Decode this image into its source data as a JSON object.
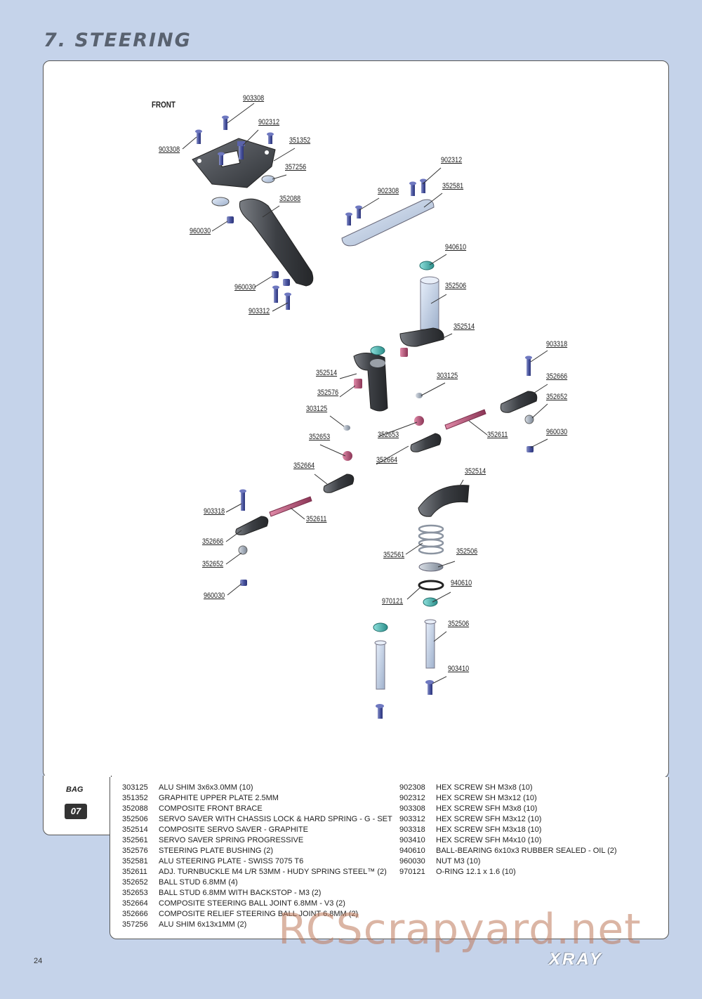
{
  "page": {
    "section_title": "7. STEERING",
    "page_number": "24",
    "brand": "XRAY",
    "watermark": "RCScrapyard.net"
  },
  "diagram": {
    "front_label": "FRONT",
    "callouts": [
      {
        "code": "903308"
      },
      {
        "code": "903308"
      },
      {
        "code": "902312"
      },
      {
        "code": "351352"
      },
      {
        "code": "357256"
      },
      {
        "code": "352088"
      },
      {
        "code": "960030"
      },
      {
        "code": "960030"
      },
      {
        "code": "903312"
      },
      {
        "code": "902312"
      },
      {
        "code": "902308"
      },
      {
        "code": "352581"
      },
      {
        "code": "940610"
      },
      {
        "code": "352506"
      },
      {
        "code": "352514"
      },
      {
        "code": "352514"
      },
      {
        "code": "352576"
      },
      {
        "code": "303125"
      },
      {
        "code": "303125"
      },
      {
        "code": "903318"
      },
      {
        "code": "352666"
      },
      {
        "code": "352652"
      },
      {
        "code": "960030"
      },
      {
        "code": "352653"
      },
      {
        "code": "352611"
      },
      {
        "code": "352664"
      },
      {
        "code": "352653"
      },
      {
        "code": "352664"
      },
      {
        "code": "352514"
      },
      {
        "code": "903318"
      },
      {
        "code": "352611"
      },
      {
        "code": "352666"
      },
      {
        "code": "352652"
      },
      {
        "code": "960030"
      },
      {
        "code": "352561"
      },
      {
        "code": "352506"
      },
      {
        "code": "940610"
      },
      {
        "code": "970121"
      },
      {
        "code": "352506"
      },
      {
        "code": "903410"
      }
    ]
  },
  "bag": {
    "label": "BAG",
    "number": "07"
  },
  "parts_left": [
    {
      "code": "303125",
      "desc": "ALU SHIM 3x6x3.0MM (10)"
    },
    {
      "code": "351352",
      "desc": "GRAPHITE UPPER PLATE 2.5MM"
    },
    {
      "code": "352088",
      "desc": "COMPOSITE FRONT BRACE"
    },
    {
      "code": "352506",
      "desc": "SERVO SAVER WITH CHASSIS LOCK & HARD SPRING - G - SET"
    },
    {
      "code": "352514",
      "desc": "COMPOSITE SERVO SAVER - GRAPHITE"
    },
    {
      "code": "352561",
      "desc": "SERVO SAVER SPRING PROGRESSIVE"
    },
    {
      "code": "352576",
      "desc": "STEERING PLATE BUSHING (2)"
    },
    {
      "code": "352581",
      "desc": "ALU STEERING PLATE - SWISS 7075 T6"
    },
    {
      "code": "352611",
      "desc": "ADJ. TURNBUCKLE M4 L/R 53MM  - HUDY SPRING STEEL™ (2)"
    },
    {
      "code": "352652",
      "desc": "BALL STUD 6.8MM (4)"
    },
    {
      "code": "352653",
      "desc": "BALL STUD 6.8MM WITH BACKSTOP - M3 (2)"
    },
    {
      "code": "352664",
      "desc": "COMPOSITE STEERING BALL JOINT 6.8MM - V3 (2)"
    },
    {
      "code": "352666",
      "desc": "COMPOSITE RELIEF STEERING BALL JOINT 6.8MM (2)"
    },
    {
      "code": "357256",
      "desc": "ALU SHIM 6x13x1MM (2)"
    }
  ],
  "parts_right": [
    {
      "code": "902308",
      "desc": "HEX SCREW  SH M3x8  (10)"
    },
    {
      "code": "902312",
      "desc": "HEX SCREW  SH M3x12  (10)"
    },
    {
      "code": "903308",
      "desc": "HEX SCREW  SFH M3x8  (10)"
    },
    {
      "code": "903312",
      "desc": "HEX SCREW  SFH M3x12  (10)"
    },
    {
      "code": "903318",
      "desc": "HEX SCREW  SFH M3x18  (10)"
    },
    {
      "code": "903410",
      "desc": "HEX SCREW  SFH M4x10  (10)"
    },
    {
      "code": "940610",
      "desc": "BALL-BEARING 6x10x3 RUBBER SEALED - OIL (2)"
    },
    {
      "code": "960030",
      "desc": "NUT M3  (10)"
    },
    {
      "code": "970121",
      "desc": "O-RING 12.1 x 1.6  (10)"
    }
  ]
}
